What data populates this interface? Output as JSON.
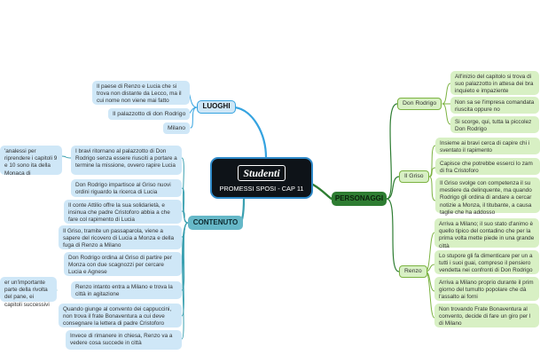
{
  "central": {
    "brand": "Studenti",
    "title": "PROMESSI SPOSI - CAP 11"
  },
  "luoghi": {
    "title": "LUOGHI",
    "items": [
      "Il paese di Renzo e Lucia che si trova non distante da Lecco, ma il cui nome non viene mai fatto",
      "Il palazzotto di don Rodrigo",
      "Milano"
    ]
  },
  "contenuto": {
    "title": "CONTENUTO",
    "left_items": [
      "'analessi per riprendere i capitoli 9 e 10 sono ita della Monaca di",
      "er un'importante parte della rivolta del pane, ei capitoli successivi"
    ],
    "items": [
      "I bravi ritornano al palazzotto di Don Rodrigo senza essere riusciti a portare a termine la missione, ovvero rapire Lucia",
      "Don Rodrigo impartisce al Griso nuovi ordini riguardo la ricerca di Lucia",
      "Il conte Attilio offre la sua solidarietà, e insinua che padre Cristoforo abbia a che fare col rapimento di Lucia",
      "Il Griso, tramite un passaparola, viene a sapere del ricovero di Lucia a Monza e della fuga di Renzo a Milano",
      "Don Rodrigo ordina al Griso di partire per Monza con due scagnozzi per cercare Lucia e Agnese",
      "Renzo intanto entra a Milano e trova la città in agitazione",
      "Quando giunge al convento dei cappuccini, non trova il frate Bonaventura a cui deve consegnare la lettera di padre Cristoforo",
      "Invece di rimanere in chiesa, Renzo va a vedere cosa succede in città"
    ]
  },
  "personaggi": {
    "title": "PERSONAGGI",
    "groups": [
      {
        "label": "Don Rodrigo",
        "items": [
          "All'inizio del capitolo si trova di suo palazzotto in attesa dei bra inquieto e impaziente",
          "Non sa se l'impresa comandata riuscita oppure no",
          "Si scorge, qui, tutta la piccolez Don Rodrigo"
        ]
      },
      {
        "label": "Il Griso",
        "items": [
          "Insieme ai bravi cerca di capire chi i sventato il rapimento",
          "Capisce che potrebbe esserci lo zam di fra Cristoforo",
          "Il Griso svolge con competenza il su mestiere da delinquente, ma quando Rodrigo gli ordina di andare a cercar notizie a Monza, il titubante, a causa taglie che ha addosso"
        ]
      },
      {
        "label": "Renzo",
        "items": [
          "Arriva a Milano; il suo stato d'animo è quello tipico del contadino che per la prima volta mette piede in una grande città",
          "Lo stupore gli fa dimenticare per un a tutti i suoi guai, compreso il pensiero vendetta nei confronti di Don Rodrigo",
          "Arriva a Milano proprio durante il prim giorno del tumulto popolare che dà l'assalto ai forni",
          "Non trovando Frate Bonaventura al convento, decide di fare un giro per l di Milano"
        ]
      }
    ]
  },
  "colors": {
    "luoghi_accent": "#35a3e0",
    "contenuto_accent": "#3aa0b0",
    "personaggi_accent": "#2e7d32",
    "leaf_blue": "#cfe7f7",
    "leaf_green": "#d8f0c4",
    "central_bg": "#0e1318",
    "central_border": "#2f8ac9"
  }
}
